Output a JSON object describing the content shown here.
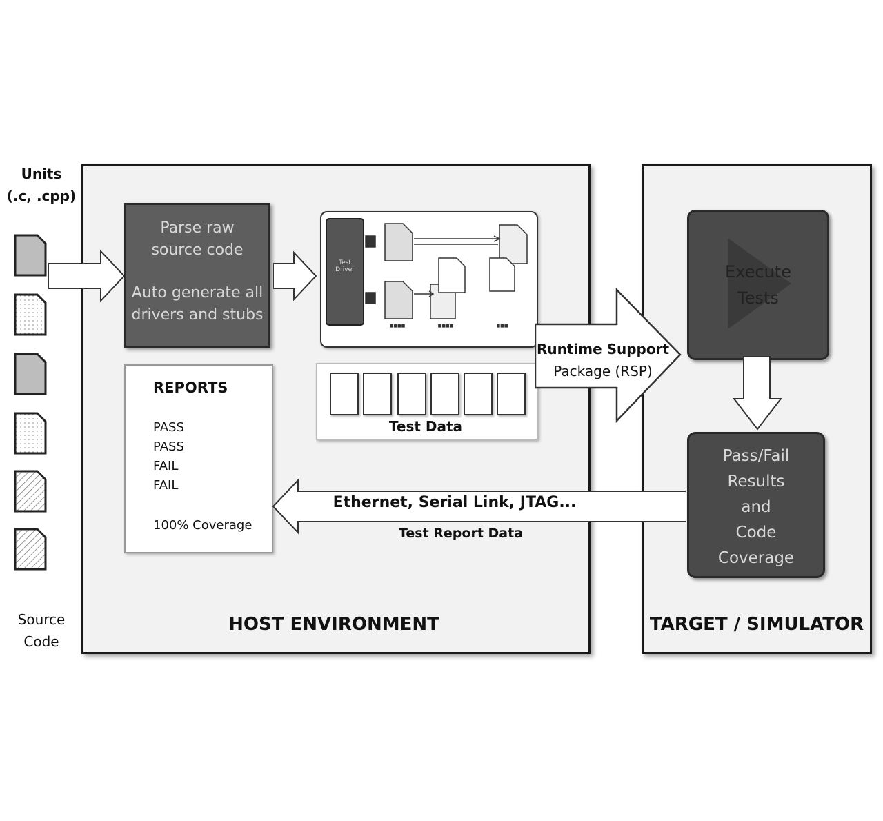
{
  "units_label": [
    "Units",
    "(.c, .cpp)"
  ],
  "source_code_label": [
    "Source",
    "Code"
  ],
  "host_environment": {
    "title": "HOST ENVIRONMENT"
  },
  "target": {
    "title": "TARGET / SIMULATOR"
  },
  "parse_box": {
    "line1": "Parse raw",
    "line2": "source code",
    "line3": "Auto generate all",
    "line4": "drivers and stubs"
  },
  "harness": {
    "driver_label": "Test Driver"
  },
  "test_data": {
    "label": "Test Data",
    "slots": 6
  },
  "reports": {
    "title": "REPORTS",
    "lines": [
      "PASS",
      "PASS",
      "FAIL",
      "FAIL"
    ],
    "coverage": "100% Coverage"
  },
  "rsp_arrow": {
    "line1": "Runtime Support",
    "line2": "Package (RSP)"
  },
  "execute_box": {
    "line1": "Execute",
    "line2": "Tests"
  },
  "results_box": {
    "lines": [
      "Pass/Fail",
      "Results",
      "and",
      "Code",
      "Coverage"
    ]
  },
  "return_arrow": {
    "link": "Ethernet, Serial Link, JTAG...",
    "data": "Test Report Data"
  },
  "colors": {
    "dark_box": "#5e5e5e",
    "panel": "#f2f2f2",
    "border": "#1a1a1a"
  }
}
